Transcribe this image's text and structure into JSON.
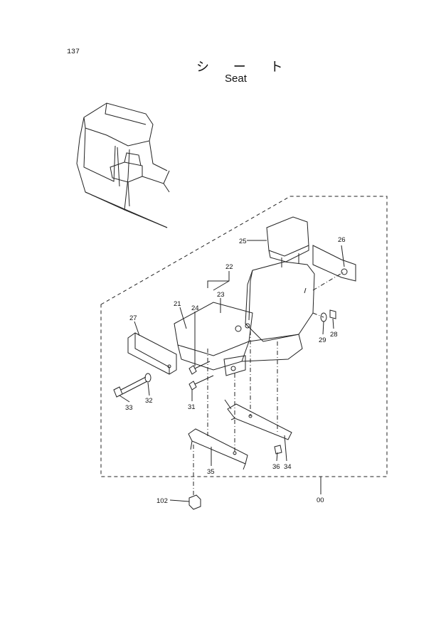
{
  "page_number": "137",
  "title_jp": "シ ー ト",
  "title_en": "Seat",
  "parts": [
    {
      "id": "p25",
      "label": "25"
    },
    {
      "id": "p26",
      "label": "26"
    },
    {
      "id": "p22",
      "label": "22"
    },
    {
      "id": "p23",
      "label": "23"
    },
    {
      "id": "p24",
      "label": "24"
    },
    {
      "id": "p21",
      "label": "21"
    },
    {
      "id": "p27",
      "label": "27"
    },
    {
      "id": "p29",
      "label": "29"
    },
    {
      "id": "p28",
      "label": "28"
    },
    {
      "id": "p33",
      "label": "33"
    },
    {
      "id": "p32",
      "label": "32"
    },
    {
      "id": "p31",
      "label": "31"
    },
    {
      "id": "p35",
      "label": "35"
    },
    {
      "id": "p36",
      "label": "36"
    },
    {
      "id": "p34",
      "label": "34"
    },
    {
      "id": "p102",
      "label": "102"
    },
    {
      "id": "p00",
      "label": "00"
    }
  ]
}
